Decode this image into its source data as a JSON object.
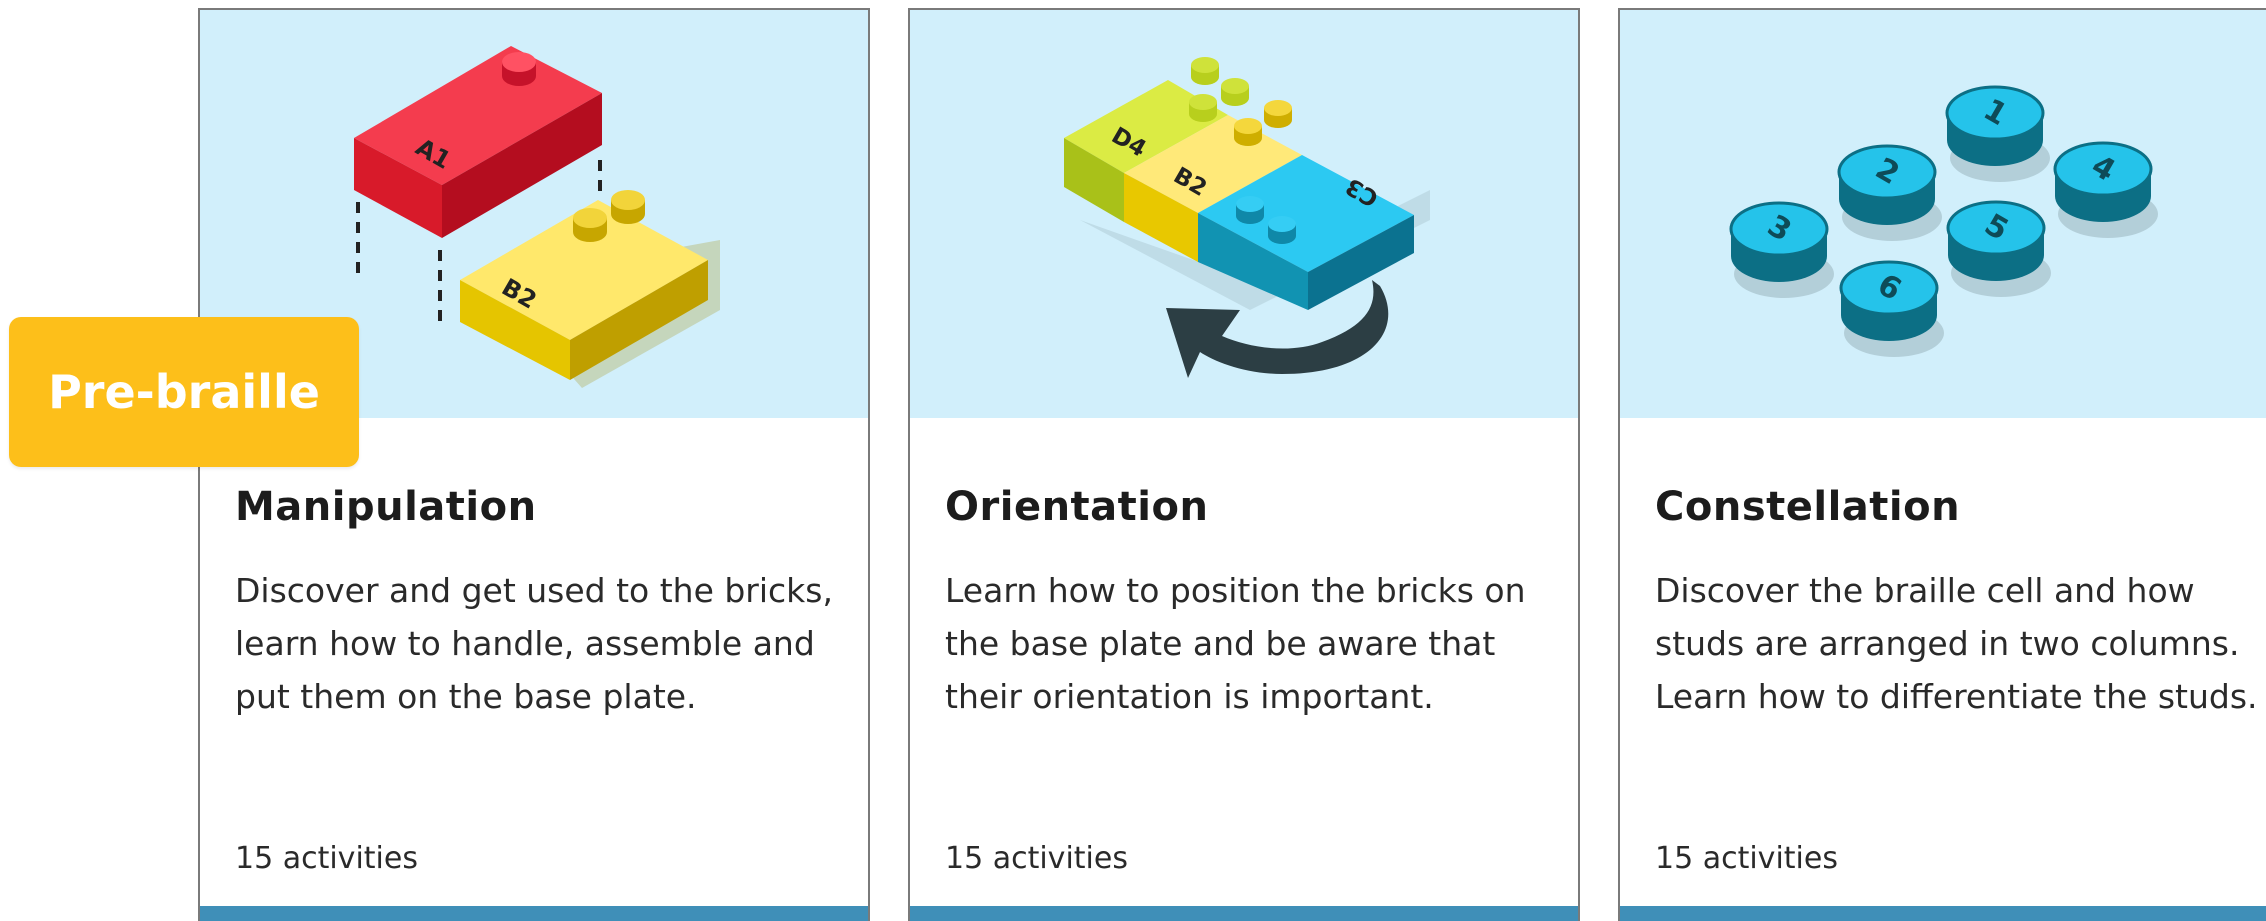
{
  "category_badge": {
    "label": "Pre-braille",
    "color": "#fdbf1a"
  },
  "cards": [
    {
      "title": "Manipulation",
      "description": "Discover and get used to the bricks, learn how to handle, assemble and put them on the base plate.",
      "activities": "15 activities",
      "illustration": {
        "icon": "brick-assembly-illustration",
        "labels": [
          "A1",
          "B2"
        ]
      }
    },
    {
      "title": "Orientation",
      "description": "Learn how to position the bricks on the base plate and be aware that their orientation is important.",
      "activities": "15 activities",
      "illustration": {
        "icon": "brick-rotation-illustration",
        "labels": [
          "D4",
          "B2",
          "C3"
        ]
      }
    },
    {
      "title": "Constellation",
      "description": "Discover the braille cell and how studs are arranged in two columns. Learn how to differentiate the studs.",
      "activities": "15 activities",
      "illustration": {
        "icon": "braille-studs-illustration",
        "labels": [
          "1",
          "2",
          "3",
          "4",
          "5",
          "6"
        ]
      }
    }
  ],
  "colors": {
    "illustration_background": "#d1effb",
    "footer_bar": "#3f8fb8",
    "red_brick": "#e8202f",
    "yellow_brick": "#f5d80e",
    "green_brick": "#c8dd25",
    "blue_brick": "#1fc2ef",
    "arrow": "#2c3e44"
  }
}
